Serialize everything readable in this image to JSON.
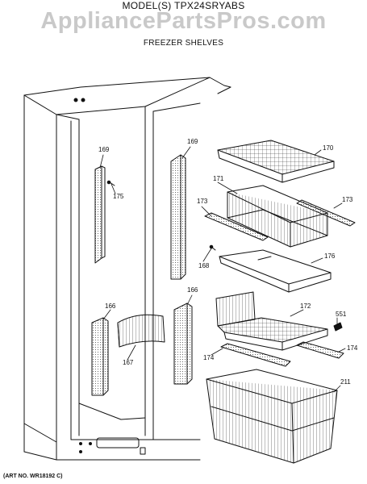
{
  "header": {
    "model": "MODEL(S) TPX24SRYABS",
    "watermark": "AppliancePartsPros.com",
    "section": "FREEZER SHELVES"
  },
  "footer": {
    "art_no": "(ART NO. WR18192 C)"
  },
  "callouts": {
    "c169_left": "169",
    "c169_right": "169",
    "c175": "175",
    "c170": "170",
    "c171": "171",
    "c173_left": "173",
    "c173_right": "173",
    "c168": "168",
    "c176": "176",
    "c166_left": "166",
    "c166_right": "166",
    "c167": "167",
    "c172": "172",
    "c551": "551",
    "c174_left": "174",
    "c174_right": "174",
    "c211": "211"
  }
}
